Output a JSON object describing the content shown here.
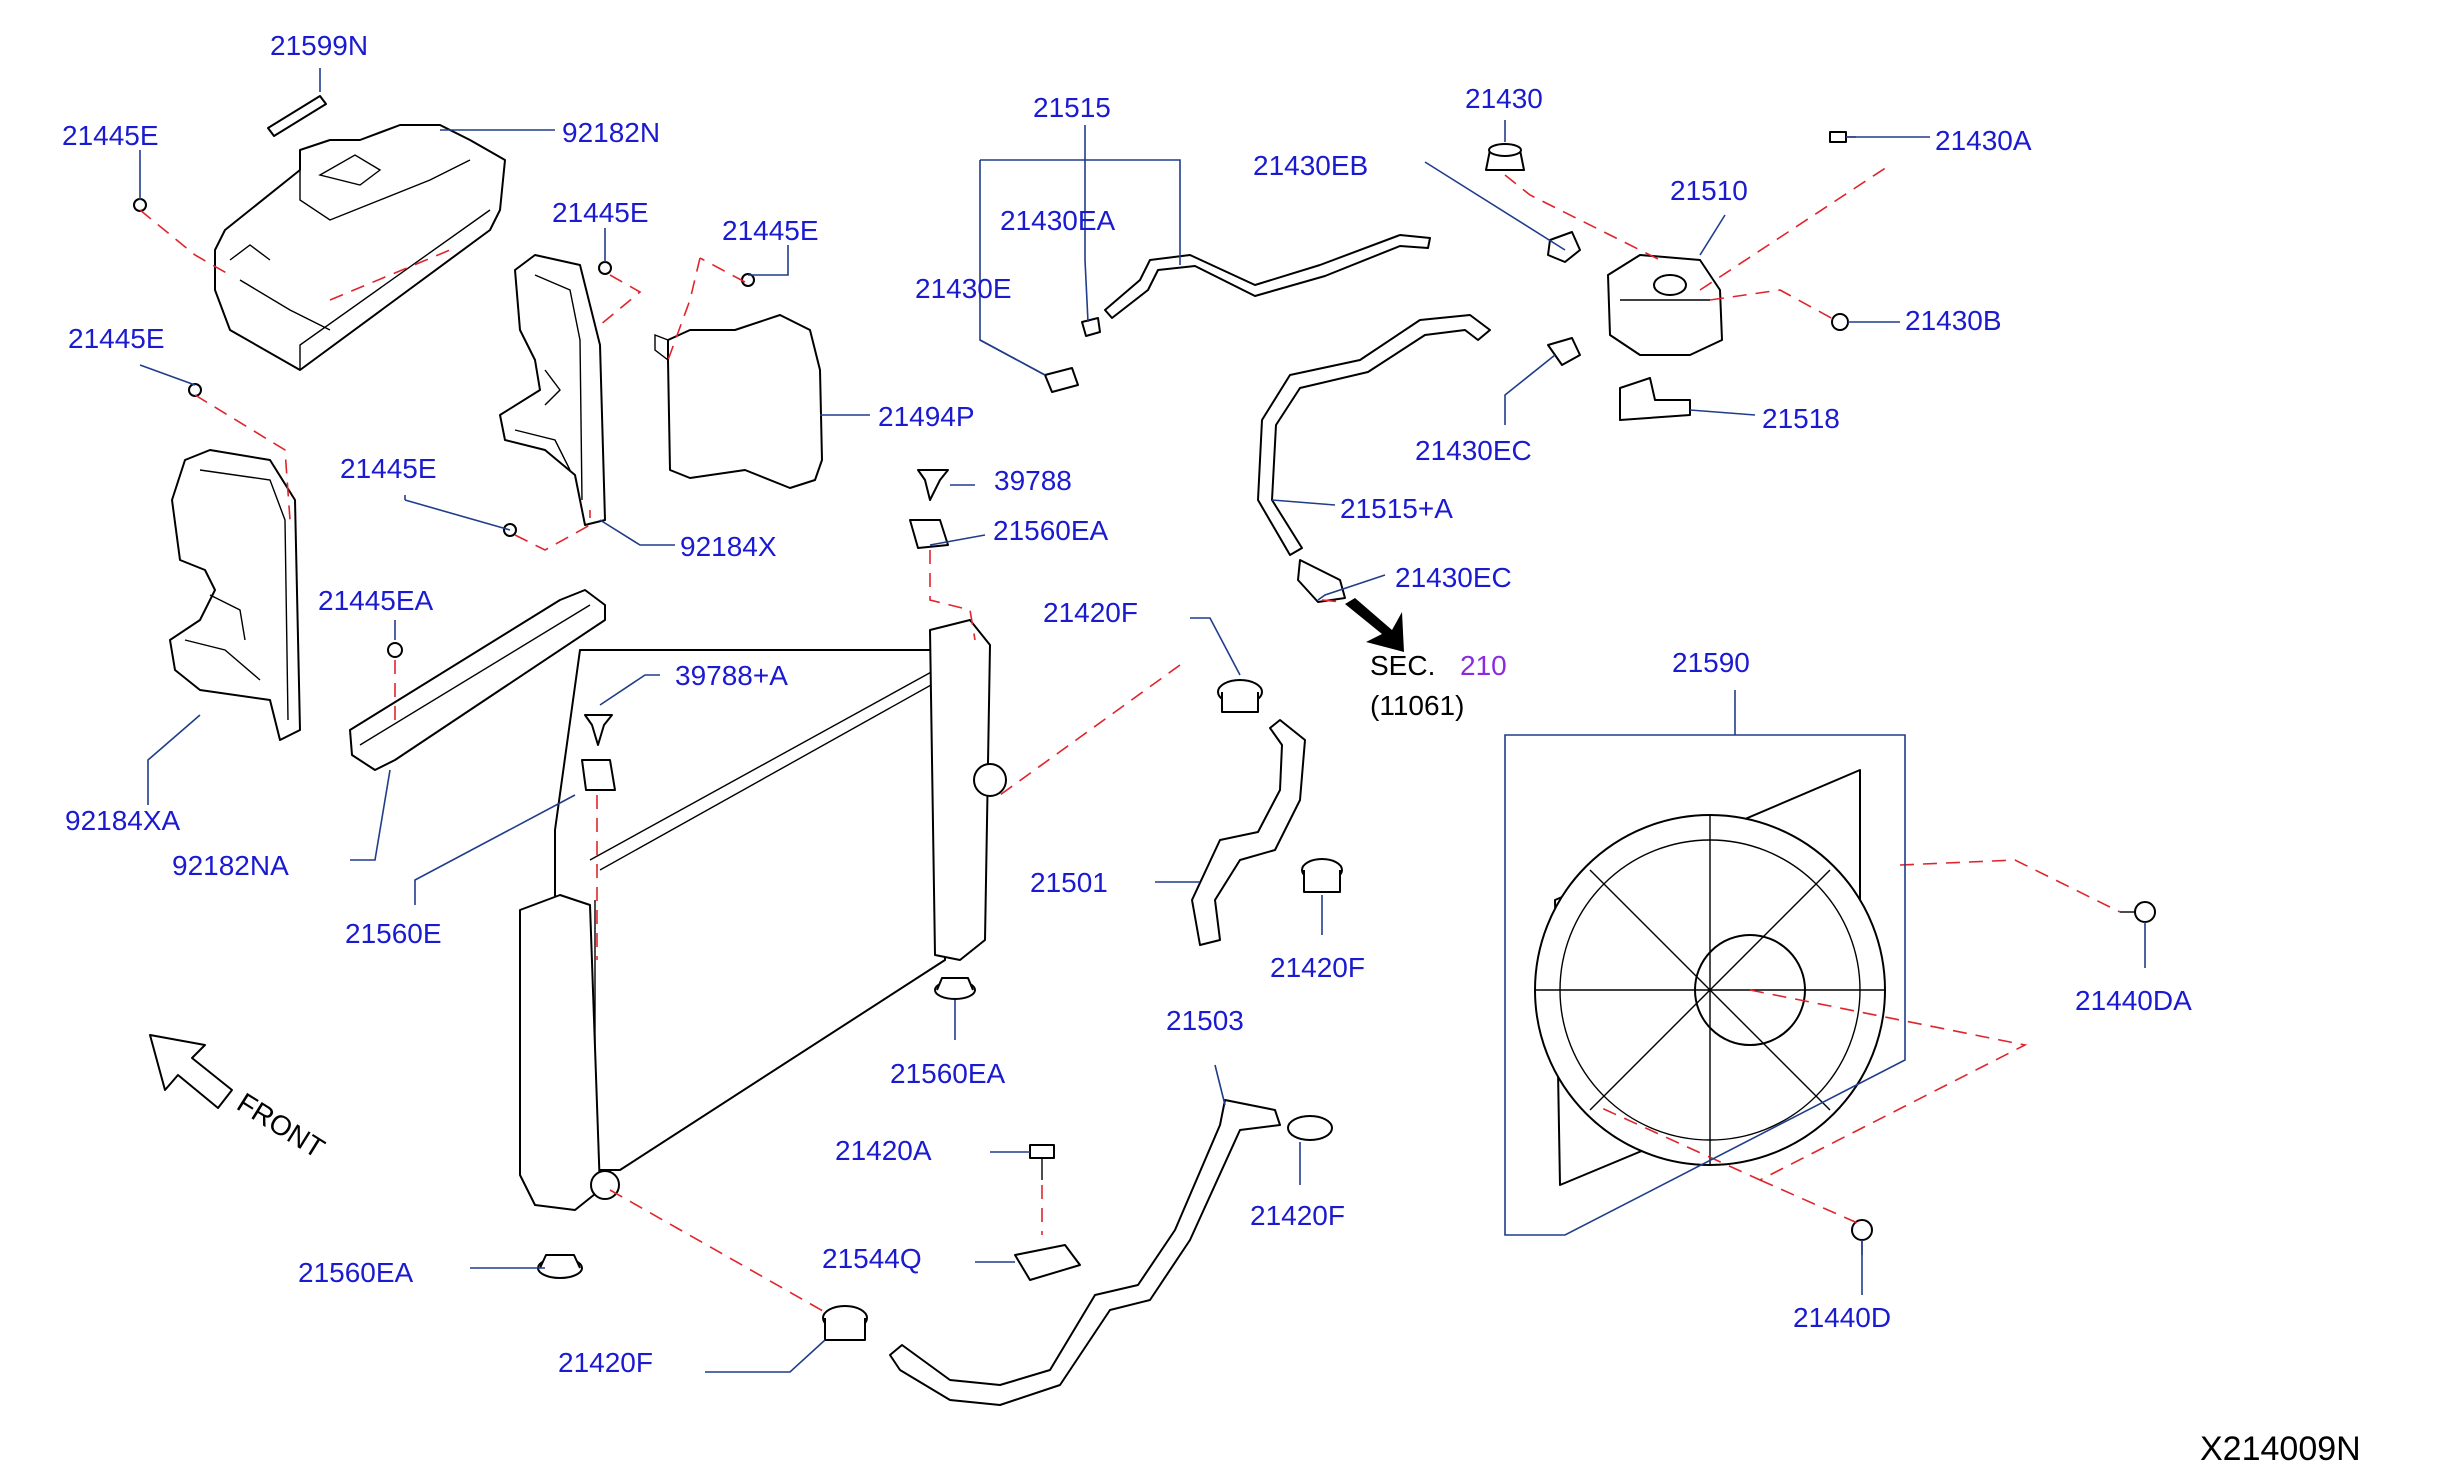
{
  "diagram_id": "X214009N",
  "front_label": "FRONT",
  "section_ref": {
    "prefix": "SEC.",
    "number": "210",
    "sub": "(11061)"
  },
  "colors": {
    "label": "#1a1ad0",
    "leader": "#1f3d8a",
    "dash": "#e0242c",
    "section_number": "#8a2be2"
  },
  "labels": {
    "p21599N": "21599N",
    "p92182N": "92182N",
    "p21445E_a": "21445E",
    "p21445E_b": "21445E",
    "p21445E_c": "21445E",
    "p21445E_d": "21445E",
    "p21445E_e": "21445E",
    "p21494P": "21494P",
    "p92184X": "92184X",
    "p21445EA": "21445EA",
    "p92184XA": "92184XA",
    "p92182NA": "92182NA",
    "p39788A": "39788+A",
    "p21560E": "21560E",
    "p21515": "21515",
    "p21430EA": "21430EA",
    "p21430E": "21430E",
    "p39788": "39788",
    "p21560EA_a": "21560EA",
    "p21560EA_b": "21560EA",
    "p21560EA_c": "21560EA",
    "p21420F_a": "21420F",
    "p21420F_b": "21420F",
    "p21420F_c": "21420F",
    "p21420F_d": "21420F",
    "p21501": "21501",
    "p21503": "21503",
    "p21420A": "21420A",
    "p21544Q": "21544Q",
    "p21430EB": "21430EB",
    "p21430": "21430",
    "p21430A": "21430A",
    "p21510": "21510",
    "p21430B": "21430B",
    "p21518": "21518",
    "p21430EC_a": "21430EC",
    "p21430EC_b": "21430EC",
    "p21515A": "21515+A",
    "p21590": "21590",
    "p21440DA": "21440DA",
    "p21440D": "21440D"
  }
}
